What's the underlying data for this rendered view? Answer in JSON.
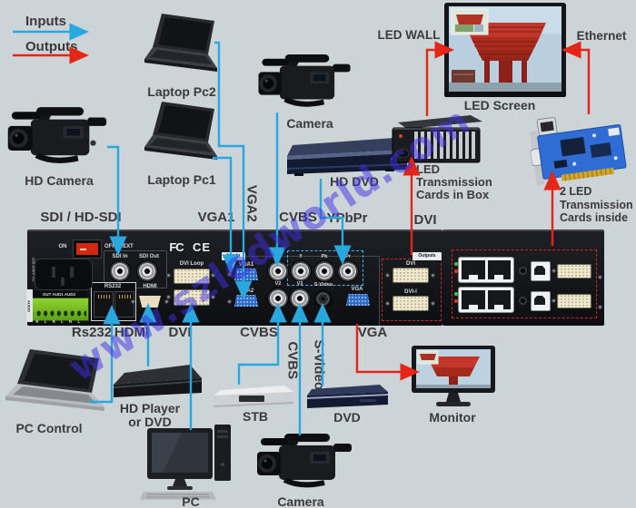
{
  "legend": {
    "inputs": "Inputs",
    "outputs": "Outputs"
  },
  "watermark": "www.szledworld.com",
  "colors": {
    "background": "#cdd4d8",
    "input_line": "#29a8e0",
    "output_line": "#e42619",
    "panel_body": "#131519",
    "watermark_color": "rgba(62,46,230,0.5)"
  },
  "sources": {
    "hd_camera": "HD Camera",
    "laptop_pc2": "Laptop Pc2",
    "laptop_pc1": "Laptop Pc1",
    "camera_top": "Camera",
    "hd_dvd": "HD DVD"
  },
  "display": {
    "led_wall": "LED WALL",
    "ethernet": "Ethernet",
    "led_screen": "LED Screen",
    "led_box": [
      "LED",
      "Transmission",
      "Cards in Box"
    ],
    "sending_card": [
      "2 LED",
      "Transmission",
      "Cards inside"
    ]
  },
  "top_port_labels": {
    "sdi": "SDI / HD-SDI",
    "vga1": "VGA1",
    "vga2": "VGA2",
    "cvbs": "CVBS",
    "ypbpr": "YPbPr",
    "dvi": "DVI"
  },
  "bottom_port_labels": {
    "rs232": "Rs232",
    "hdmi": "HDMI",
    "dvi": "DVI",
    "cvbs": "CVBS",
    "cvbs_vertical": "CVBS",
    "s_video": "S-Video",
    "vga": "VGA"
  },
  "sinks": {
    "pc_control": "PC Control",
    "hd_player": [
      "HD Player",
      "or DVD"
    ],
    "stb": "STB",
    "dvd": "DVD",
    "pc": "PC",
    "camera_bottom": "Camera",
    "monitor": "Monitor"
  },
  "panel": {
    "power_on": "ON",
    "power_off": "OFF",
    "ext": "EXT",
    "voltage": "100-240V AC",
    "audio_strip": "AUDIO",
    "sdi_in": "SDI In",
    "sdi_out": "SDI Out",
    "fcc_mark": "FC",
    "ce_mark": "CE",
    "dvi_loop": "DVI Loop",
    "audio_header": "OUT AUD1 AUD2",
    "audio_rl": "R L R L R L",
    "rs232": "RS232",
    "hdmi": "HDMI",
    "dvi": "DVI",
    "inputs_tag": "Inputs",
    "vga1": "VGA1",
    "vga2": "VGA2",
    "v1": "V1",
    "v2": "V2",
    "v3": "V3",
    "y": "Y",
    "pb": "Pb",
    "pr": "Pr",
    "s_video": "S-Video",
    "vga": "VGA",
    "outputs_tag": "Outputs",
    "dvi_out": "DVI",
    "dvi_i_out": "DVI-I"
  }
}
